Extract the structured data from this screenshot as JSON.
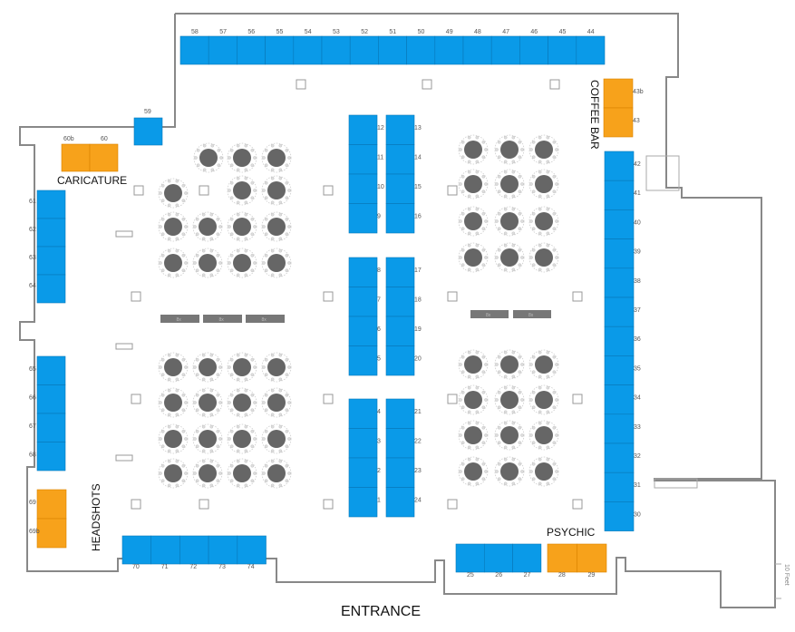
{
  "colors": {
    "booth": "#0a9ae8",
    "booth_stroke": "#0878b8",
    "special": "#f7a21b",
    "special_stroke": "#d98300",
    "table": "#666666",
    "wall": "#888888",
    "pillar": "#999999"
  },
  "areas": {
    "caricature": "CARICATURE",
    "coffee_bar": "COFFEE BAR",
    "headshots": "HEADSHOTS",
    "psychic": "PSYCHIC",
    "entrance": "ENTRANCE",
    "scale": "10 Feet"
  },
  "booths": {
    "top_row": [
      "58",
      "57",
      "56",
      "55",
      "54",
      "53",
      "52",
      "51",
      "50",
      "49",
      "48",
      "47",
      "46",
      "45",
      "44"
    ],
    "b59": "59",
    "left_top": [
      "61",
      "62",
      "63",
      "64"
    ],
    "left_bottom": [
      "65",
      "66",
      "67",
      "68"
    ],
    "bottom_left": [
      "70",
      "71",
      "72",
      "73",
      "74"
    ],
    "bottom_right": [
      "25",
      "26",
      "27"
    ],
    "right_col": [
      "42",
      "41",
      "40",
      "39",
      "38",
      "37",
      "36",
      "35",
      "34",
      "33",
      "32",
      "31",
      "30"
    ],
    "center_top_left": [
      "12",
      "11",
      "10",
      "9"
    ],
    "center_top_right": [
      "13",
      "14",
      "15",
      "16"
    ],
    "center_mid_left": [
      "8",
      "7",
      "6",
      "5"
    ],
    "center_mid_right": [
      "17",
      "18",
      "19",
      "20"
    ],
    "center_bot_left": [
      "4",
      "3",
      "2",
      "1"
    ],
    "center_bot_right": [
      "21",
      "22",
      "23",
      "24"
    ]
  },
  "specials": {
    "caricature_pair": [
      "60b",
      "60"
    ],
    "coffee_pair": [
      "43b",
      "43"
    ],
    "headshots_pair": [
      "69",
      "69b"
    ],
    "psychic_pair": [
      "28",
      "29"
    ]
  },
  "bars": {
    "label": "8x"
  }
}
